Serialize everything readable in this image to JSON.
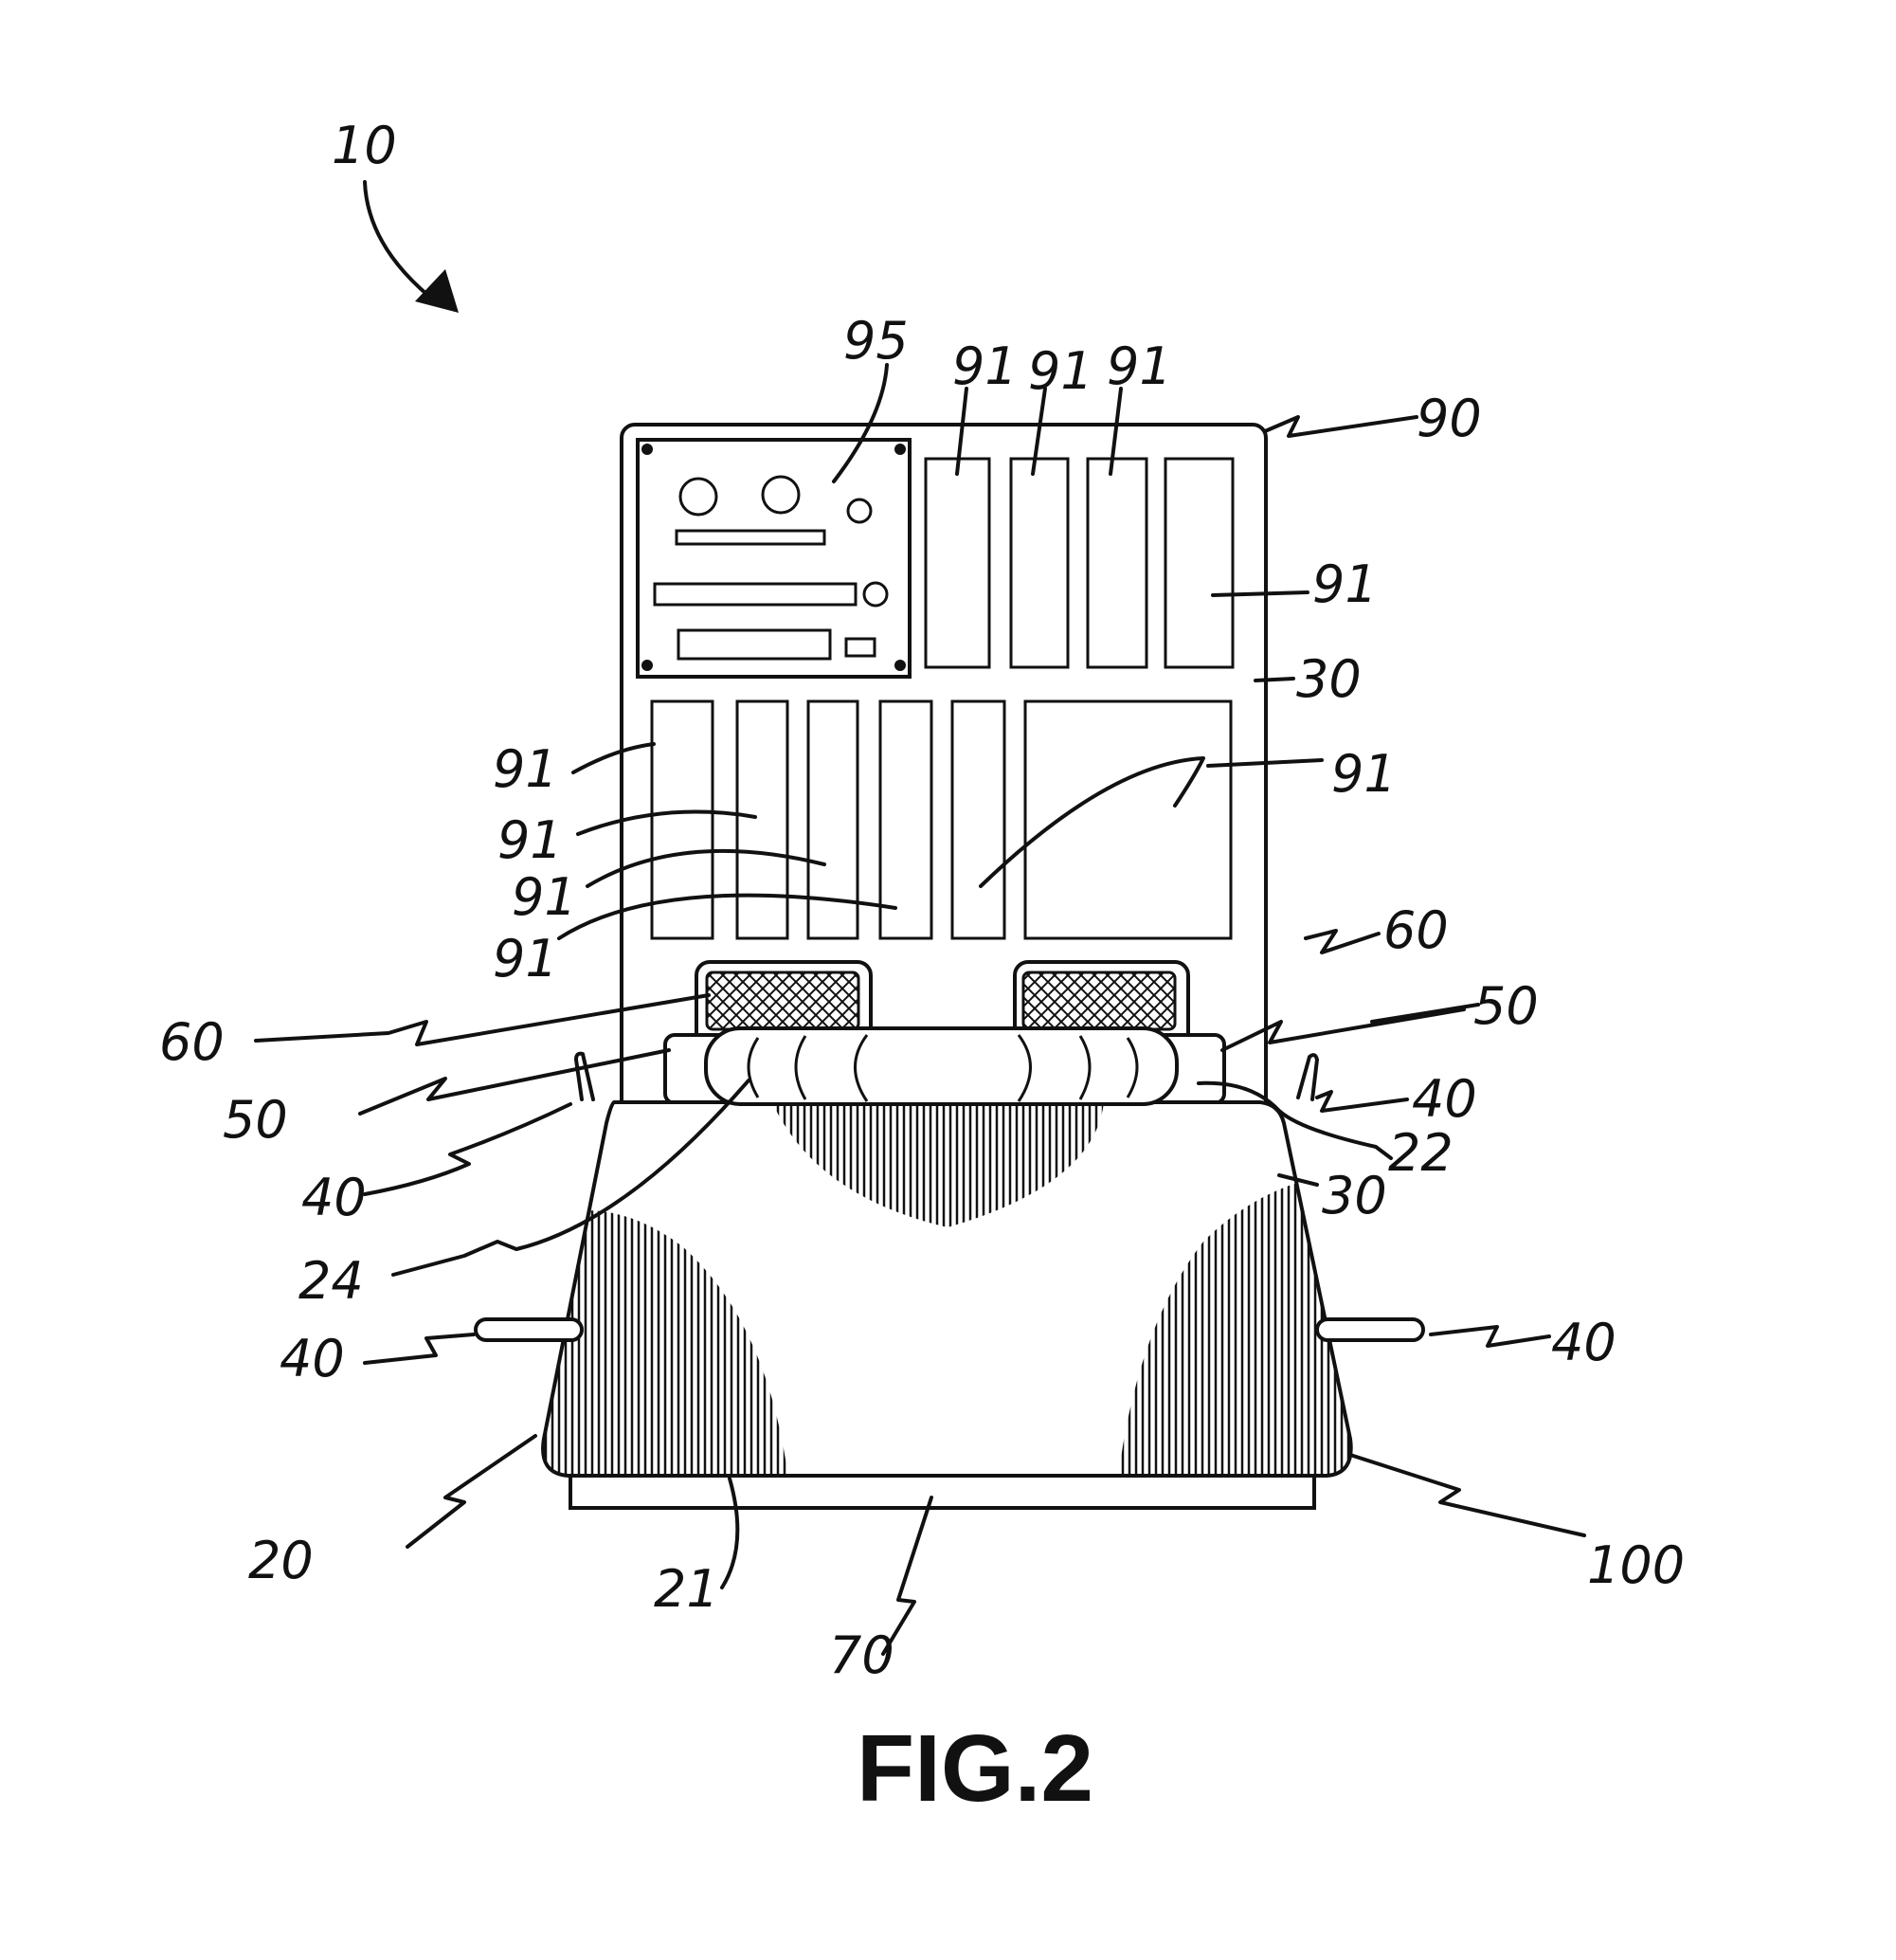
{
  "figure": {
    "caption": "FIG.2",
    "labels": {
      "assembly": "10",
      "control_panel": "95",
      "panel": "90",
      "compartment_1": "91",
      "compartment_2": "91",
      "compartment_3": "91",
      "compartment_4": "91",
      "compartment_5": "91",
      "compartment_6": "91",
      "compartment_7": "91",
      "compartment_8": "91",
      "compartment_9": "91",
      "surface_upper": "30",
      "surface_lower": "30",
      "pad_left": "60",
      "pad_right": "60",
      "strap_left": "50",
      "strap_right": "50",
      "handle_upper_left": "40",
      "handle_upper_right": "40",
      "handle_lower_left": "40",
      "handle_lower_right": "40",
      "edge_22": "22",
      "cushion": "24",
      "base": "20",
      "bottom_edge": "21",
      "bottom_plate": "70",
      "shell": "100"
    }
  }
}
